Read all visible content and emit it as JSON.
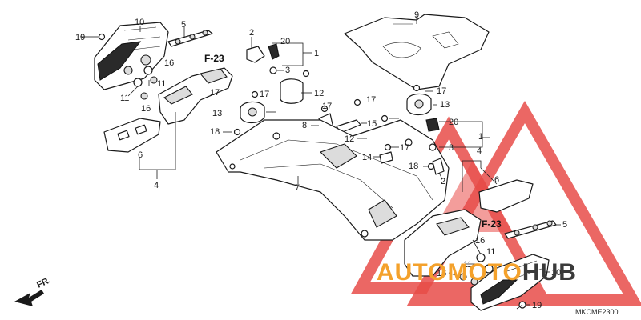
{
  "diagram": {
    "code": "MKCME2300",
    "front_label": "FR.",
    "ref_labels": [
      "F-23",
      "F-23"
    ],
    "callouts": [
      {
        "id": "n10a",
        "text": "10"
      },
      {
        "id": "n19a",
        "text": "19"
      },
      {
        "id": "n5a",
        "text": "5"
      },
      {
        "id": "n2a",
        "text": "2"
      },
      {
        "id": "n20a",
        "text": "20"
      },
      {
        "id": "n1a",
        "text": "1"
      },
      {
        "id": "n9",
        "text": "9"
      },
      {
        "id": "n3a",
        "text": "3"
      },
      {
        "id": "n16a",
        "text": "16"
      },
      {
        "id": "n11a",
        "text": "11"
      },
      {
        "id": "n11b",
        "text": "11"
      },
      {
        "id": "n16b",
        "text": "16"
      },
      {
        "id": "n17a",
        "text": "17"
      },
      {
        "id": "n12a",
        "text": "12"
      },
      {
        "id": "n17b",
        "text": "17"
      },
      {
        "id": "n13a",
        "text": "13"
      },
      {
        "id": "n17c",
        "text": "17"
      },
      {
        "id": "n17d",
        "text": "17"
      },
      {
        "id": "n17e",
        "text": "17"
      },
      {
        "id": "n13b",
        "text": "13"
      },
      {
        "id": "n8",
        "text": "8"
      },
      {
        "id": "n15",
        "text": "15"
      },
      {
        "id": "n20b",
        "text": "20"
      },
      {
        "id": "n18a",
        "text": "18"
      },
      {
        "id": "n12b",
        "text": "12"
      },
      {
        "id": "n17f",
        "text": "17"
      },
      {
        "id": "n1b",
        "text": "1"
      },
      {
        "id": "n3b",
        "text": "3"
      },
      {
        "id": "n6a",
        "text": "6"
      },
      {
        "id": "n4a",
        "text": "4"
      },
      {
        "id": "n14",
        "text": "14"
      },
      {
        "id": "n18b",
        "text": "18"
      },
      {
        "id": "n7",
        "text": "7"
      },
      {
        "id": "n2b",
        "text": "2"
      },
      {
        "id": "n4b",
        "text": "4"
      },
      {
        "id": "n6b",
        "text": "6"
      },
      {
        "id": "n5b",
        "text": "5"
      },
      {
        "id": "n16c",
        "text": "16"
      },
      {
        "id": "n11c",
        "text": "11"
      },
      {
        "id": "n11d",
        "text": "11"
      },
      {
        "id": "n16d",
        "text": "16"
      },
      {
        "id": "n10b",
        "text": "10"
      },
      {
        "id": "n19b",
        "text": "19"
      }
    ]
  },
  "watermark": {
    "brand": "AUTOMOTOHUB",
    "colors": {
      "triangle": "#e53935",
      "text_orange": "#f4a12b",
      "text_dark": "#3a3a3a"
    }
  }
}
